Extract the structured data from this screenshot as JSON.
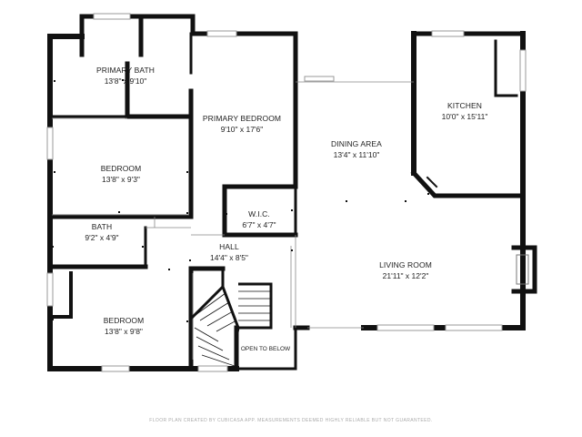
{
  "rooms": {
    "primary_bath": {
      "name": "PRIMARY BATH",
      "dims": "13'8\" x 9'10\""
    },
    "primary_bedroom": {
      "name": "PRIMARY BEDROOM",
      "dims": "9'10\" x 17'6\""
    },
    "dining_area": {
      "name": "DINING AREA",
      "dims": "13'4\" x 11'10\""
    },
    "kitchen": {
      "name": "KITCHEN",
      "dims": "10'0\" x 15'11\""
    },
    "bedroom_1": {
      "name": "BEDROOM",
      "dims": "13'8\" x 9'3\""
    },
    "wic": {
      "name": "W.I.C.",
      "dims": "6'7\" x 4'7\""
    },
    "bath": {
      "name": "BATH",
      "dims": "9'2\" x 4'9\""
    },
    "hall": {
      "name": "HALL",
      "dims": "14'4\" x 8'5\""
    },
    "living_room": {
      "name": "LIVING ROOM",
      "dims": "21'11\" x 12'2\""
    },
    "bedroom_2": {
      "name": "BEDROOM",
      "dims": "13'8\" x 9'8\""
    },
    "open_to_below": {
      "name": "OPEN TO BELOW"
    }
  },
  "footer": "FLOOR PLAN CREATED BY CUBICASA APP. MEASUREMENTS DEEMED HIGHLY RELIABLE BUT NOT GUARANTEED.",
  "colors": {
    "wall": "#111111",
    "window": "#bbbbbb",
    "text": "#222222"
  }
}
